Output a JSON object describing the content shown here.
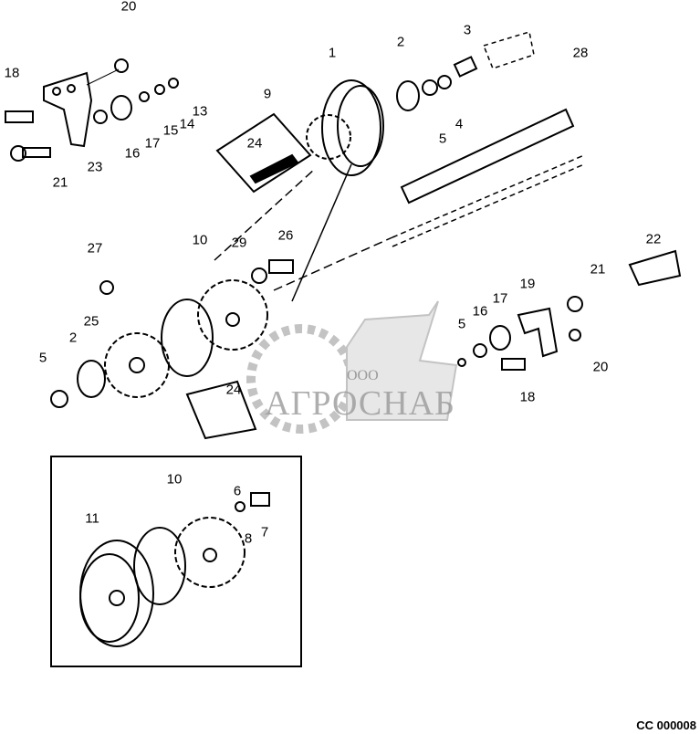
{
  "diagram": {
    "part_labels": [
      {
        "id": "l20a",
        "text": "20"
      },
      {
        "id": "l18a",
        "text": "18"
      },
      {
        "id": "l23",
        "text": "23"
      },
      {
        "id": "l21a",
        "text": "21"
      },
      {
        "id": "l16a",
        "text": "16"
      },
      {
        "id": "l17a",
        "text": "17"
      },
      {
        "id": "l15",
        "text": "15"
      },
      {
        "id": "l14",
        "text": "14"
      },
      {
        "id": "l13",
        "text": "13"
      },
      {
        "id": "l9",
        "text": "9"
      },
      {
        "id": "l24a",
        "text": "24"
      },
      {
        "id": "l1",
        "text": "1"
      },
      {
        "id": "l2a",
        "text": "2"
      },
      {
        "id": "l3",
        "text": "3"
      },
      {
        "id": "l4",
        "text": "4"
      },
      {
        "id": "l5a",
        "text": "5"
      },
      {
        "id": "l28",
        "text": "28"
      },
      {
        "id": "l10a",
        "text": "10"
      },
      {
        "id": "l29",
        "text": "29"
      },
      {
        "id": "l26",
        "text": "26"
      },
      {
        "id": "l27",
        "text": "27"
      },
      {
        "id": "l25",
        "text": "25"
      },
      {
        "id": "l2b",
        "text": "2"
      },
      {
        "id": "l5b",
        "text": "5"
      },
      {
        "id": "l22",
        "text": "22"
      },
      {
        "id": "l21b",
        "text": "21"
      },
      {
        "id": "l19",
        "text": "19"
      },
      {
        "id": "l17b",
        "text": "17"
      },
      {
        "id": "l16b",
        "text": "16"
      },
      {
        "id": "l5c",
        "text": "5"
      },
      {
        "id": "l20b",
        "text": "20"
      },
      {
        "id": "l18b",
        "text": "18"
      },
      {
        "id": "l24b",
        "text": "24"
      },
      {
        "id": "l11",
        "text": "11"
      },
      {
        "id": "l10b",
        "text": "10"
      },
      {
        "id": "l6",
        "text": "6"
      },
      {
        "id": "l7",
        "text": "7"
      },
      {
        "id": "l8",
        "text": "8"
      }
    ],
    "figure_code": "CC 000008",
    "watermark": {
      "prefix": "ООО",
      "name": "АГРОСНАБ"
    }
  }
}
